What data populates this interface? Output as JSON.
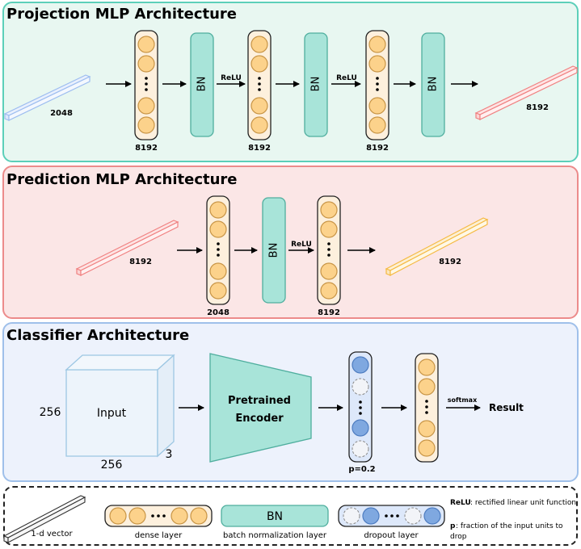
{
  "colors": {
    "projection_panel": "#e8f7f1",
    "projection_border": "#5ccfb9",
    "prediction_panel": "#fbe6e6",
    "prediction_border": "#ec8b8b",
    "classifier_panel": "#edf2fc",
    "classifier_border": "#9fc0ea",
    "neuron": "#fcd28b",
    "neuron_stroke": "#c89546",
    "column_fill": "#fdf0dd",
    "bn_fill": "#a8e4d9",
    "bn_stroke": "#4fae9e",
    "dropout_active": "#7fa8e0",
    "vector_blue": "#9dbdf0",
    "vector_red": "#f08080",
    "vector_orange": "#f5b942"
  },
  "projection": {
    "title": "Projection MLP Architecture",
    "input_size": "2048",
    "layer1_size": "8192",
    "layer2_size": "8192",
    "layer3_size": "8192",
    "output_size": "8192",
    "bn_label": "BN",
    "relu_label": "ReLU"
  },
  "prediction": {
    "title": "Prediction MLP Architecture",
    "input_size": "8192",
    "layer1_size": "2048",
    "layer2_size": "8192",
    "output_size": "8192",
    "bn_label": "BN",
    "relu_label": "ReLU"
  },
  "classifier": {
    "title": "Classifier Architecture",
    "input_label": "Input",
    "dim_height": "256",
    "dim_width": "256",
    "dim_channels": "3",
    "encoder_line1": "Pretrained",
    "encoder_line2": "Encoder",
    "dropout_p": "p=0.2",
    "softmax_label": "softmax",
    "result_label": "Result"
  },
  "legend": {
    "vector_label": "1-d vector",
    "dense_label": "dense layer",
    "bn_text": "BN",
    "bn_label": "batch normalization layer",
    "dropout_label": "dropout layer",
    "relu_key": "ReLU",
    "relu_desc": ": rectified linear unit function",
    "p_key": "p",
    "p_desc_line1": ":  fraction of the input units to",
    "p_desc_line2": "drop"
  }
}
